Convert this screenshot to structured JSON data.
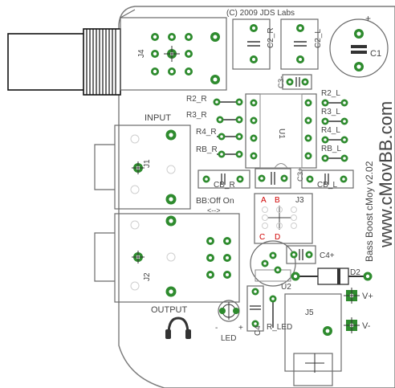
{
  "copyright": "(C) 2009 JDS Labs",
  "website": "www.cMovBB.com",
  "board_name": "Bass Boost cMoy v2.02",
  "labels": {
    "j4": "J4",
    "c2_r": "C2_R",
    "c2_l": "C2_L",
    "c1": "C1",
    "c3_minus": "C3-",
    "r2_r": "R2_R",
    "r3_r": "R3_R",
    "r4_r": "R4_R",
    "rb_r": "RB_R",
    "r2_l": "R2_L",
    "r3_l": "R3_L",
    "r4_l": "R4_L",
    "rb_l": "RB_L",
    "u1": "U1",
    "input": "INPUT",
    "j1": "J1",
    "cb_r": "CB_R",
    "cb_l": "CB_L",
    "c3_plus": "C3+",
    "bb_off_on": "BB:Off On",
    "bb_arrows": "<-->",
    "j3": "J3",
    "j3_a": "A",
    "j3_b": "B",
    "j3_c": "C",
    "j3_d": "D",
    "c4_plus": "C4+",
    "d2": "D2",
    "j2": "J2",
    "u2": "U2",
    "v_plus": "V+",
    "v_minus": "V-",
    "j5": "J5",
    "output": "OUTPUT",
    "led": "LED",
    "led_minus": "-",
    "led_plus": "+",
    "c4": "C4",
    "r_led": "R_LED"
  },
  "colors": {
    "pad": "#2e8b2e",
    "silkscreen": "#6a6a6a",
    "marker": "#d00000"
  }
}
